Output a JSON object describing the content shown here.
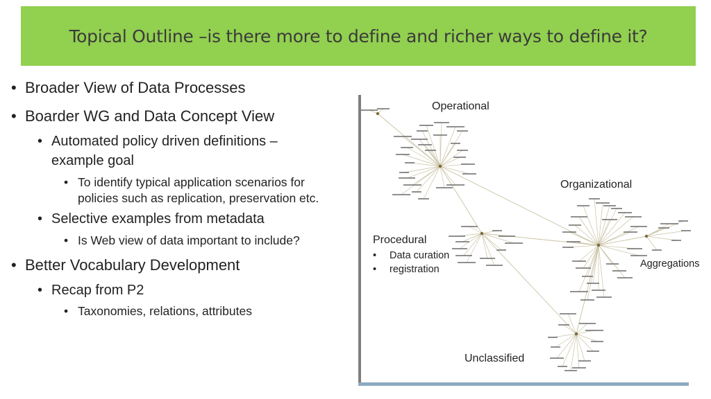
{
  "slide": {
    "title": "Topical Outline –is there more to define and richer ways to define it?"
  },
  "bullets": [
    {
      "level": 1,
      "text": "Broader View of Data Processes"
    },
    {
      "level": 1,
      "text": "Boarder WG and Data Concept View"
    },
    {
      "level": 2,
      "text": "Automated policy driven definitions –"
    },
    {
      "level": 2,
      "text": "example goal",
      "continuation": true
    },
    {
      "level": 3,
      "text": "To identify typical application scenarios for"
    },
    {
      "level": 3,
      "text": "policies such as replication, preservation etc.",
      "continuation": true
    },
    {
      "level": 2,
      "text": "Selective examples from metadata"
    },
    {
      "level": 3,
      "text": "Is Web view of data important to include?"
    },
    {
      "level": 1,
      "text": "Better Vocabulary Development"
    },
    {
      "level": 2,
      "text": "Recap from P2"
    },
    {
      "level": 3,
      "text": "Taxonomies, relations, attributes"
    }
  ],
  "graph": {
    "labels": {
      "operational": "Operational",
      "organizational": "Organizational",
      "procedural": "Procedural",
      "procedural_item_1": "Data curation",
      "procedural_item_2": "registration",
      "aggregations": "Aggregations",
      "unclassified": "Unclassified"
    },
    "bullet_glyph": "•",
    "colors": {
      "edge": "#c9c2a4",
      "node": "#7a6a3a",
      "leaf_text": "#6a6a6a"
    }
  }
}
